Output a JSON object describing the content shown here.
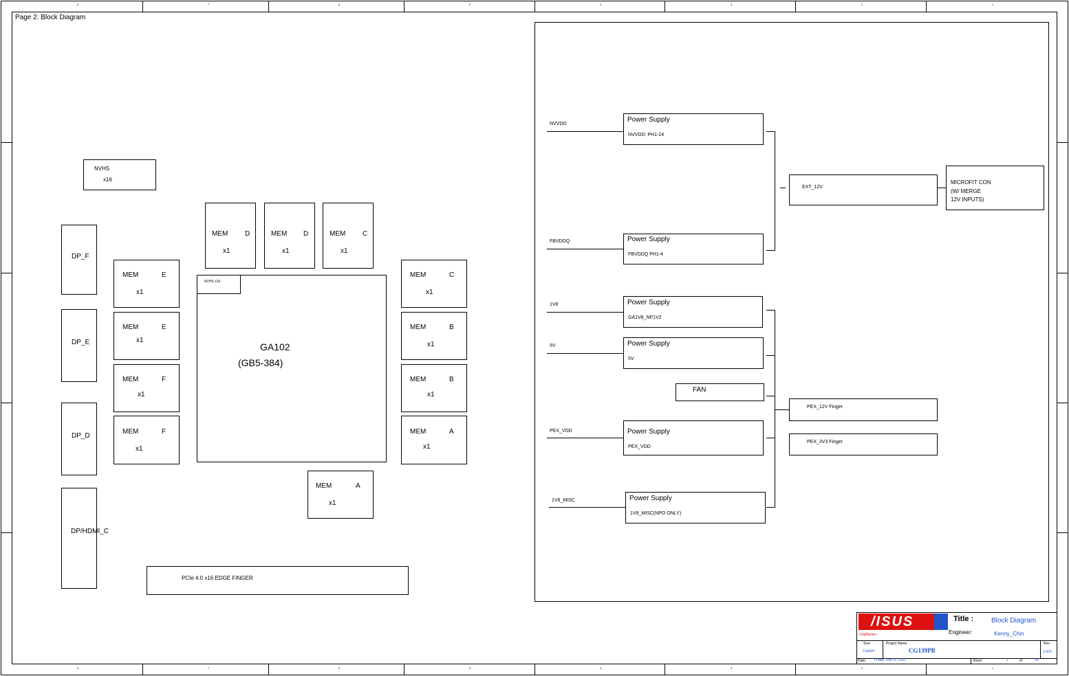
{
  "page": {
    "title": "Page 2: Block Diagram"
  },
  "left": {
    "nvhs": {
      "name": "NVHS",
      "lanes": "x16"
    },
    "dp_ports": [
      "DP_F",
      "DP_E",
      "DP_D",
      "DP/HDMI_C"
    ],
    "gpu": {
      "name": "GA102",
      "package": "(GB5-384)",
      "tag": "NVHS    x16"
    },
    "mem_left": [
      {
        "label": "MEM",
        "ch": "E",
        "mult": "x1"
      },
      {
        "label": "MEM",
        "ch": "E",
        "mult": "x1"
      },
      {
        "label": "MEM",
        "ch": "F",
        "mult": "x1"
      },
      {
        "label": "MEM",
        "ch": "F",
        "mult": "x1"
      }
    ],
    "mem_top": [
      {
        "label": "MEM",
        "ch": "D",
        "mult": "x1"
      },
      {
        "label": "MEM",
        "ch": "D",
        "mult": "x1"
      },
      {
        "label": "MEM",
        "ch": "C",
        "mult": "x1"
      }
    ],
    "mem_right": [
      {
        "label": "MEM",
        "ch": "C",
        "mult": "x1"
      },
      {
        "label": "MEM",
        "ch": "B",
        "mult": "x1"
      },
      {
        "label": "MEM",
        "ch": "B",
        "mult": "x1"
      },
      {
        "label": "MEM",
        "ch": "A",
        "mult": "x1"
      }
    ],
    "mem_bottom": {
      "label": "MEM",
      "ch": "A",
      "mult": "x1"
    },
    "pcie": "PCIe 4.0 x16  EDGE FINGER"
  },
  "power": {
    "rails": [
      {
        "net": "NVVDD",
        "title": "Power Supply",
        "detail": "NVVDD: PH1-24"
      },
      {
        "net": "FBVDDQ",
        "title": "Power Supply",
        "detail": "FBVDDQ PH1-4"
      },
      {
        "net": "1V8",
        "title": "Power Supply",
        "detail": "GA1V8_NP1V2"
      },
      {
        "net": "5V",
        "title": "Power Supply",
        "detail": "5V"
      },
      {
        "net": "PEX_VDD",
        "title": "Power Supply",
        "detail": "PEX_VDD"
      },
      {
        "net": "1V8_MISC",
        "title": "Power Supply",
        "detail": "1V8_MISC(NPO ONLY)"
      }
    ],
    "fan": "FAN",
    "ext12v": "EXT_12V",
    "microfit": [
      "MICROFIT CON",
      "(W/ MERGE",
      "12V INPUTS)"
    ],
    "pex12v": "PEX_12V Finger",
    "pex3v3": "PEX_3V3 Finger"
  },
  "title_block": {
    "brand": "/ISUS",
    "title_label": "Title :",
    "title_value": "Block Diagram",
    "engineer_label": "Engineer:",
    "engineer_value": "Kenny_Chin",
    "gig_label": "<GigName>",
    "size_label": "Size",
    "size_value": "Custom",
    "project_label": "Project Name",
    "project_value": "CG139PB",
    "rev_label": "Rev",
    "rev_value": "1.00X",
    "date_label": "Date:",
    "date_value": "Friday, July 01, 2022",
    "sheet_label": "Sheet",
    "sheet_value": "2",
    "of_label": "of",
    "of_value": "99",
    "brand_color": "#2255cc",
    "brand_red": "#dd1111"
  }
}
